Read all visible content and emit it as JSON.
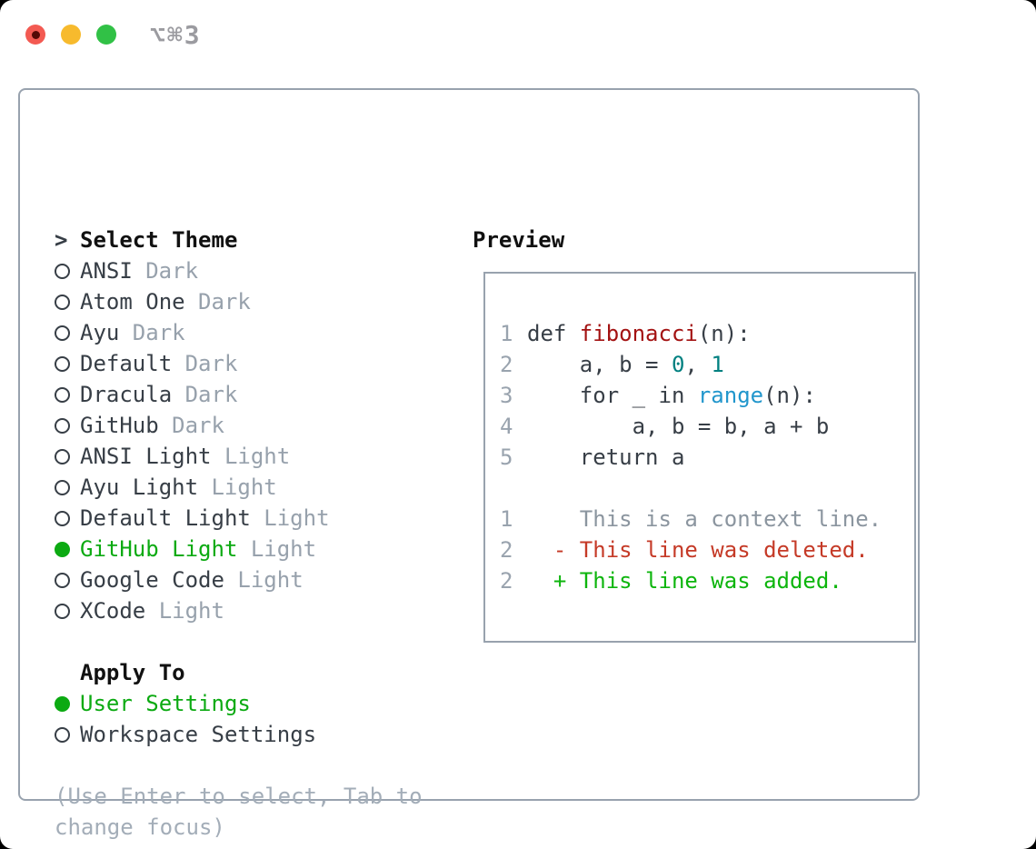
{
  "window": {
    "title_shortcut": "⌥⌘3",
    "controls": [
      "close",
      "minimize",
      "zoom"
    ]
  },
  "colors": {
    "accent_green": "#0caa12",
    "added_green": "#0db50d",
    "deleted_red": "#c53a27",
    "func_red": "#a31212",
    "number_teal": "#008080",
    "builtin_blue": "#2196cc",
    "text_dark": "#373e46",
    "muted_gray": "#97a1ac",
    "hint_gray": "#a3adb8",
    "line_number_gray": "#99a3ae",
    "context_gray": "#8b959f",
    "border_gray": "#98a2ae",
    "traffic_red": "#f35a52",
    "traffic_red_dot": "#550a06",
    "traffic_yellow": "#f7ba2d",
    "traffic_green": "#31c146",
    "titlebar_text": "#9b9ba0"
  },
  "theme_list": {
    "header_prompt": ">",
    "header_label": "Select Theme",
    "items": [
      {
        "name": "ANSI",
        "variant": "Dark",
        "selected": false
      },
      {
        "name": "Atom One",
        "variant": "Dark",
        "selected": false
      },
      {
        "name": "Ayu",
        "variant": "Dark",
        "selected": false
      },
      {
        "name": "Default",
        "variant": "Dark",
        "selected": false
      },
      {
        "name": "Dracula",
        "variant": "Dark",
        "selected": false
      },
      {
        "name": "GitHub",
        "variant": "Dark",
        "selected": false
      },
      {
        "name": "ANSI Light",
        "variant": "Light",
        "selected": false
      },
      {
        "name": "Ayu Light",
        "variant": "Light",
        "selected": false
      },
      {
        "name": "Default Light",
        "variant": "Light",
        "selected": false
      },
      {
        "name": "GitHub Light",
        "variant": "Light",
        "selected": true
      },
      {
        "name": "Google Code",
        "variant": "Light",
        "selected": false
      },
      {
        "name": "XCode",
        "variant": "Light",
        "selected": false
      }
    ]
  },
  "apply_to": {
    "header_label": "Apply To",
    "items": [
      {
        "name": "User Settings",
        "selected": true
      },
      {
        "name": "Workspace Settings",
        "selected": false
      }
    ]
  },
  "hints": [
    "(Use Enter to select, Tab to",
    "change focus)"
  ],
  "preview": {
    "title": "Preview",
    "code_lines": [
      {
        "num": "1",
        "segments": [
          {
            "t": "def ",
            "s": "plain"
          },
          {
            "t": "fibonacci",
            "s": "func"
          },
          {
            "t": "(n):",
            "s": "plain"
          }
        ]
      },
      {
        "num": "2",
        "segments": [
          {
            "t": "    a, b = ",
            "s": "plain"
          },
          {
            "t": "0",
            "s": "num"
          },
          {
            "t": ", ",
            "s": "plain"
          },
          {
            "t": "1",
            "s": "num"
          }
        ]
      },
      {
        "num": "3",
        "segments": [
          {
            "t": "    for _ in ",
            "s": "plain"
          },
          {
            "t": "range",
            "s": "builtin"
          },
          {
            "t": "(n):",
            "s": "plain"
          }
        ]
      },
      {
        "num": "4",
        "segments": [
          {
            "t": "        a, b = b, a + b",
            "s": "plain"
          }
        ]
      },
      {
        "num": "5",
        "segments": [
          {
            "t": "    return a",
            "s": "plain"
          }
        ]
      }
    ],
    "diff_lines": [
      {
        "num": "1",
        "segments": [
          {
            "t": "    This is a context line.",
            "s": "context"
          }
        ]
      },
      {
        "num": "2",
        "segments": [
          {
            "t": "  - This line was deleted.",
            "s": "deleted"
          }
        ]
      },
      {
        "num": "2",
        "segments": [
          {
            "t": "  + This line was added.",
            "s": "added"
          }
        ]
      }
    ]
  }
}
